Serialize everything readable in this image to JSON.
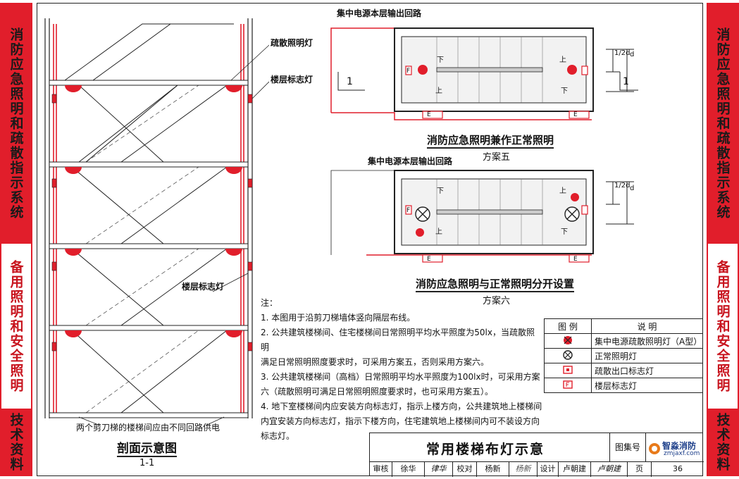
{
  "sidebar_left": {
    "title1": "消防应急照明和疏散指示系统",
    "title2": "备用照明和安全照明",
    "title3": "技术资料"
  },
  "sidebar_right": {
    "title1": "消防应急照明和疏散指示系统",
    "title2": "备用照明和安全照明",
    "title3": "技术资料"
  },
  "section": {
    "label_evac_light": "疏散照明灯",
    "label_floor_sign_top": "楼层标志灯",
    "label_floor_sign_mid": "楼层标志灯",
    "bottom_note": "两个剪刀梯的楼梯间应由不同回路供电",
    "title": "剖面示意图",
    "subtitle": "1-1"
  },
  "plan5": {
    "circuit_label": "集中电源本层输出回路",
    "title": "消防应急照明兼作正常照明",
    "subtitle": "方案五",
    "section_mark_left": "1",
    "section_mark_right": "1",
    "dim_d": "d",
    "dim_half_d": "1/2d",
    "exit_sign": "E",
    "floor_sign": "F",
    "up": "上",
    "down": "下"
  },
  "plan6": {
    "circuit_label": "集中电源本层输出回路",
    "title": "消防应急照明与正常照明分开设置",
    "subtitle": "方案六",
    "dim_d": "d",
    "dim_half_d": "1/2d",
    "exit_sign": "E",
    "floor_sign": "F",
    "up": "上",
    "down": "下"
  },
  "notes": {
    "heading": "注：",
    "items": [
      "1.  本图用于沿剪刀梯墙体竖向隔层布线。",
      "2.  公共建筑楼梯间、住宅楼梯间日常照明平均水平照度为50lx，当疏散照明",
      "     满足日常照明照度要求时，可采用方案五，否则采用方案六。",
      "3.  公共建筑楼梯间（高档）日常照明平均水平照度为100lx时，可采用方案",
      "     六（疏散照明可满足日常照明照度要求时，也可采用方案五）。",
      "4.  地下室楼梯间内应安装方向标志灯，指示上楼方向，公共建筑地上楼梯间",
      "     内宜安装方向标志灯，指示下楼方向，住宅建筑地上楼梯间内可不装设方向",
      "     标志灯。"
    ]
  },
  "legend": {
    "col1": "图 例",
    "col2": "说 明",
    "rows": [
      {
        "icon": "central-power-evac-light-icon",
        "text": "集中电源疏散照明灯（A型）"
      },
      {
        "icon": "normal-light-icon",
        "text": "正常照明灯"
      },
      {
        "icon": "exit-sign-icon",
        "text": "疏散出口标志灯"
      },
      {
        "icon": "floor-sign-icon",
        "text": "楼层标志灯"
      }
    ]
  },
  "titleblock": {
    "title": "常用楼梯布灯示意",
    "atlas_label": "图集号",
    "review_label": "审核",
    "reviewer": "徐华",
    "reviewer_sig": "律华",
    "check_label": "校对",
    "checker": "杨新",
    "checker_sig": "杨新",
    "design_label": "设计",
    "designer": "卢朝建",
    "designer_sig": "卢朝建",
    "page_label": "页",
    "page": "36"
  },
  "watermark": {
    "brand": "智淼消防",
    "url": "zmjaxf.com"
  },
  "colors": {
    "sidebar_red": "#e11e2b",
    "lamp_red": "#e11e2b",
    "line": "#222222"
  }
}
